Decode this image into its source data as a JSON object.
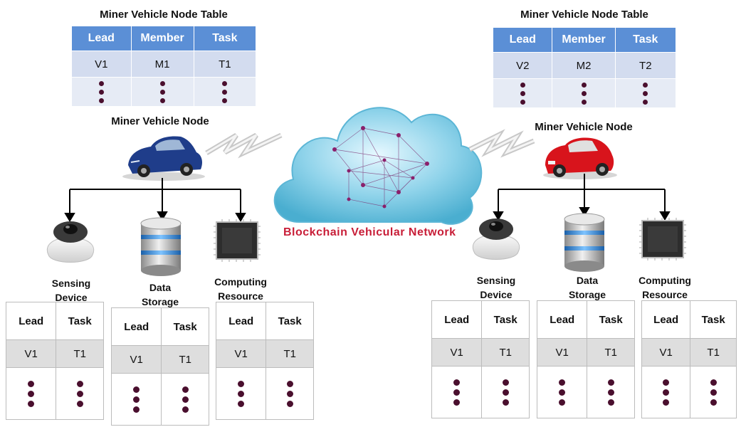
{
  "left_cluster": {
    "table_title": "Miner Vehicle Node Table",
    "headers": [
      "Lead",
      "Member",
      "Task"
    ],
    "row": [
      "V1",
      "M1",
      "T1"
    ],
    "node_label": "Miner Vehicle Node",
    "car_color": "#1f3d8a",
    "devices": [
      {
        "label_line1": "Sensing",
        "label_line2": "Device",
        "headers": [
          "Lead",
          "Task"
        ],
        "row": [
          "V1",
          "T1"
        ]
      },
      {
        "label_line1": "Data",
        "label_line2": "Storage",
        "headers": [
          "Lead",
          "Task"
        ],
        "row": [
          "V1",
          "T1"
        ]
      },
      {
        "label_line1": "Computing",
        "label_line2": "Resource",
        "headers": [
          "Lead",
          "Task"
        ],
        "row": [
          "V1",
          "T1"
        ]
      }
    ]
  },
  "right_cluster": {
    "table_title": "Miner Vehicle Node Table",
    "headers": [
      "Lead",
      "Member",
      "Task"
    ],
    "row": [
      "V2",
      "M2",
      "T2"
    ],
    "node_label": "Miner Vehicle Node",
    "car_color": "#d8141c",
    "devices": [
      {
        "label_line1": "Sensing",
        "label_line2": "Device",
        "headers": [
          "Lead",
          "Task"
        ],
        "row": [
          "V1",
          "T1"
        ]
      },
      {
        "label_line1": "Data",
        "label_line2": "Storage",
        "headers": [
          "Lead",
          "Task"
        ],
        "row": [
          "V1",
          "T1"
        ]
      },
      {
        "label_line1": "Computing",
        "label_line2": "Resource",
        "headers": [
          "Lead",
          "Task"
        ],
        "row": [
          "V1",
          "T1"
        ]
      }
    ]
  },
  "network_label": "Blockchain Vehicular Network",
  "colors": {
    "table_header": "#5b8fd6",
    "table_row": "#d3dcef",
    "dot": "#4a0f2e",
    "network_label": "#c81e38",
    "cloud": "#8fd3ea"
  }
}
